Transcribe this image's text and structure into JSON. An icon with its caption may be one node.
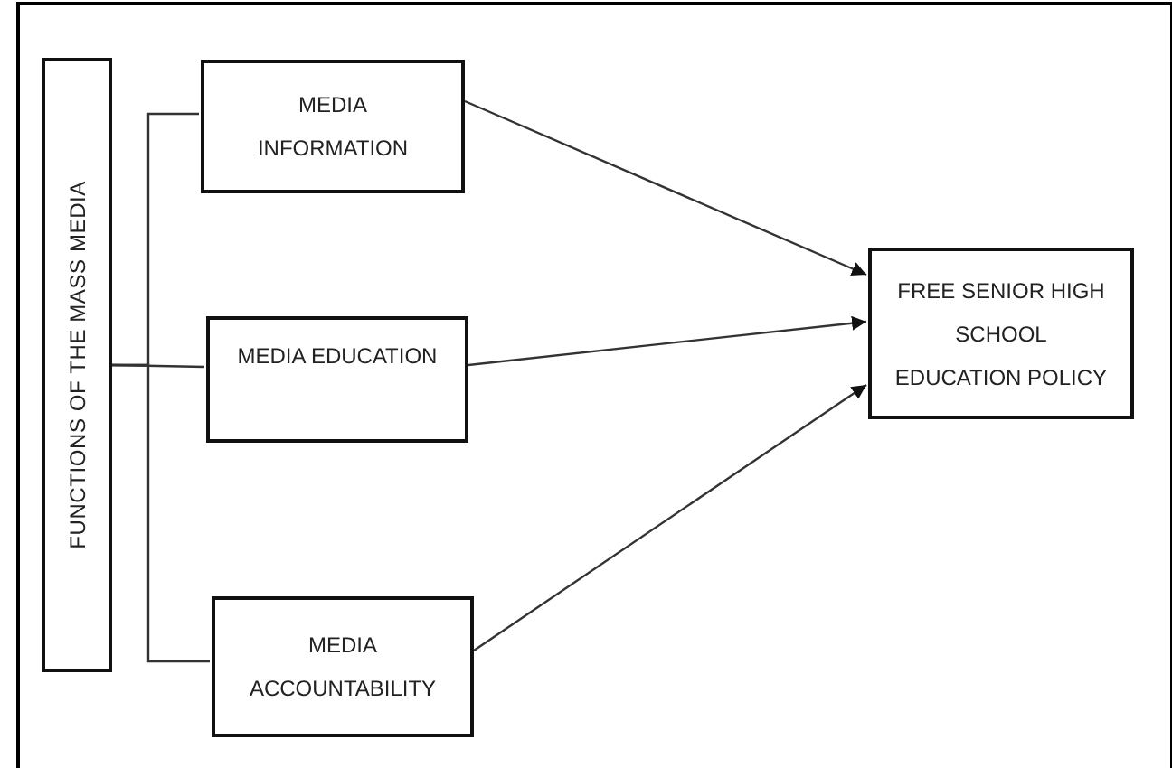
{
  "diagram": {
    "nodes": [
      {
        "text": [
          "FUNCTIONS OF THE MASS MEDIA"
        ]
      },
      {
        "text": [
          "MEDIA INFORMATION"
        ]
      },
      {
        "text": [
          "MEDIA EDUCATION"
        ]
      },
      {
        "text": [
          "MEDIA ACCOUNTABILITY"
        ]
      },
      {
        "text": [
          "FREE SENIOR HIGH SCHOOL EDUCATION POLICY"
        ]
      }
    ],
    "edges": [
      {
        "from": 0,
        "to": 1,
        "arrow": "none"
      },
      {
        "from": 0,
        "to": 2,
        "arrow": "none"
      },
      {
        "from": 0,
        "to": 3,
        "arrow": "none"
      },
      {
        "from": 1,
        "to": 4,
        "arrow": "to"
      },
      {
        "from": 2,
        "to": 4,
        "arrow": "to"
      },
      {
        "from": 3,
        "to": 4,
        "arrow": "to"
      }
    ]
  }
}
